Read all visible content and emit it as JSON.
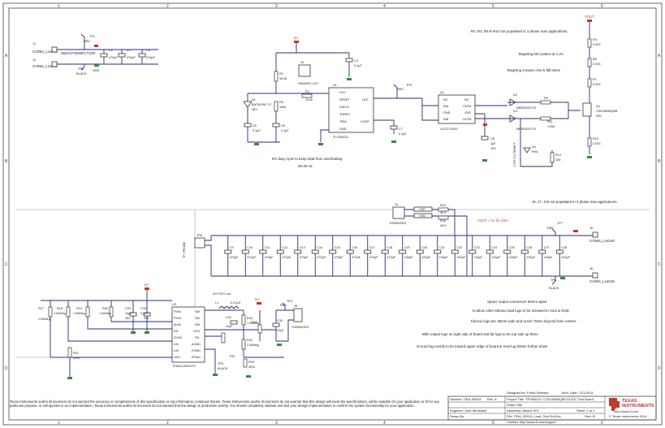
{
  "frame": {
    "cols": [
      "1",
      "2",
      "3",
      "4",
      "5",
      "6"
    ],
    "rows": [
      "A",
      "B",
      "C",
      "D"
    ]
  },
  "input_section": {
    "j1": "J1",
    "j1_name": "CONN_LUG40",
    "j2": "J2",
    "j2_name": "CONN_LUG40",
    "tp1": "TP1",
    "tp1_color": "RED",
    "tp2": "TP2",
    "tp2_color": "BLACK",
    "cap1": "C1",
    "cap1_val": "470µF",
    "cap2": "C2",
    "cap2_val": "470µF",
    "cap3": "C3",
    "cap3_val": "470µF",
    "fuse": "SBJ1479SMFCT100",
    "gnd": "GND"
  },
  "driver_section": {
    "supply": "5V",
    "j3": "J3",
    "j3_name": "HEADER_1X2",
    "r1": "R1",
    "r1_val": "16.9k",
    "r2": "R2",
    "r2_val": "10.0k",
    "r3": "R3",
    "r3_val": "100k",
    "d1": "D1",
    "d1_name": "BAT54SW-7-F",
    "d1_val": "30V",
    "c4": "C4",
    "c4_val": "0.1µF",
    "c5": "C5",
    "c5_val": "0.1µF",
    "c6": "C6",
    "c6_val": "0.1µF",
    "c7": "C7",
    "c7_val": "0.1µF",
    "u1": "U1",
    "u1_name": "TLC555CD",
    "u1_pins": [
      "VCC",
      "RESET",
      "DISCH",
      "THRES",
      "TRIG",
      "GND",
      "OUT",
      "CONT"
    ],
    "tp3": "TP3",
    "tp3_color": "RED",
    "note1": "8% duty cycle to keep load from overheating",
    "note2": "30-40 Hz"
  },
  "gate_section": {
    "u2": "U2",
    "u2_name": "UCC27324D",
    "u2_pins": [
      "NC",
      "INA",
      "GND",
      "INB",
      "NC",
      "OUTA",
      "VDD",
      "OUTB"
    ],
    "q_note": "R1, R3, R5 & R12 not populated in 3 phase max applications.",
    "target1": "Targeting 60A pulses at 1.2V",
    "target2": "Targeting 4-6usec rise & fall times",
    "d2": "D2",
    "d2_name": "MBR0520T1G",
    "d3": "D3",
    "d3_name": "MBR0520T1G",
    "d4": "D4",
    "d4_val": "Red",
    "r4": "R4",
    "r5": "R5",
    "r6": "R6",
    "r7": "R7",
    "r8": "R8",
    "r9": "R9",
    "r11": "R11",
    "r11_val": "1.00k",
    "r12": "R12",
    "r13": "R13",
    "r14": "R14",
    "r14_val": "330",
    "q1": "Q1",
    "q1_name": "CSD16556Q5B",
    "q1_val": "25V",
    "c8": "C8",
    "c8_val": "1µF",
    "c8_v": "10V",
    "vout": "VOUT",
    "r_val": "0.003",
    "led_name": "LTST-C170KRKT"
  },
  "load_section": {
    "note": "J6, J7, J10 not populated in 3 phase max applications.",
    "vout_label": "VOUT = 1V @ 100A",
    "j4": "J4",
    "j4_name": "ED555/2DS",
    "vsp": "VSP",
    "vsn": "VSN",
    "r15": "R15",
    "r15_val": "49.9",
    "r16": "R16",
    "r16_val": "49.9",
    "tp6": "TP6",
    "tp6_name": "TP_PROBE",
    "tp7": "TP7",
    "tp7_color": "RED",
    "tp8": "TP8",
    "tp8_color": "BLACK",
    "j5": "J5",
    "j5_name": "CONN_LUG40",
    "j6": "J6",
    "j6_name": "CONN_LUG40",
    "caps": [
      {
        "ref": "C9",
        "val": "470µF"
      },
      {
        "ref": "C10",
        "val": "470µF"
      },
      {
        "ref": "C11",
        "val": "470µF"
      },
      {
        "ref": "C12",
        "val": "470µF"
      },
      {
        "ref": "C13",
        "val": "470µF"
      },
      {
        "ref": "C14",
        "val": "470µF"
      },
      {
        "ref": "C15",
        "val": "470µF"
      },
      {
        "ref": "C16",
        "val": "470µF"
      },
      {
        "ref": "C17",
        "val": "470µF"
      },
      {
        "ref": "C18",
        "val": "470µF"
      },
      {
        "ref": "C19",
        "val": "100µF"
      },
      {
        "ref": "C20",
        "val": "100µF"
      },
      {
        "ref": "C21",
        "val": "100µF"
      },
      {
        "ref": "C22",
        "val": "100µF"
      },
      {
        "ref": "C23",
        "val": "100µF"
      },
      {
        "ref": "C24",
        "val": "100µF"
      },
      {
        "ref": "C25",
        "val": "100µF"
      },
      {
        "ref": "C26",
        "val": "100µF"
      },
      {
        "ref": "C27",
        "val": "100µF"
      },
      {
        "ref": "C28",
        "val": "100µF"
      }
    ]
  },
  "reg_section": {
    "supply": "5V",
    "r17": "R17",
    "r17_val": "1.00Meg",
    "r18": "R18",
    "r18_val": "1.00Meg",
    "r19": "R19",
    "r19_val": "1.00Meg",
    "r20": "R20",
    "r20_val": "1.00Meg",
    "r21": "R21",
    "r21_val": "287k",
    "c29": "C29",
    "c29_val": "10µF",
    "c29_v": "25V",
    "c30": "C30",
    "c30_val": "0.1µF",
    "c30_v": "25V",
    "u3": "U3",
    "u3_name": "TPS62130RGTR",
    "u3_pins_l": [
      "PVIN",
      "PVIN",
      "AVIN",
      "EN",
      "SYNC",
      "LIN",
      "LIN",
      "LNO"
    ],
    "u3_pins_r": [
      "SW",
      "SW",
      "SW",
      "VOS",
      "FB",
      "AGND",
      "PGND",
      "PGND"
    ],
    "l1": "L1",
    "l1_val": "0.47µH",
    "l1_name": "XLF7037-xxx",
    "c31": "C31",
    "c31_val": "22µF",
    "c32": "C32",
    "c32_val": "22µF",
    "r22": "R22",
    "r22_val": "1.00Meg",
    "r23": "R23",
    "r23_val": "1.00Meg",
    "r24": "R24",
    "r25": "R25",
    "r25_val": "287k",
    "tp4": "TP4",
    "tp4_color": "RED",
    "tp5": "TP5",
    "tp5_color": "BLACK",
    "th2": "TH2",
    "j9": "J9",
    "j9_name": "ED555/2DS",
    "v5": "5V"
  },
  "notes": [
    "Space output connectors 50mm apart",
    "to allow 135A Kikusui load lugs to be screwed to Vout & GND",
    "Kikusui lugs are 35mm wide and reach 70mm beyond hole centers",
    "With output lugs on right side of board and fat lugs to be top side up there",
    "Ground lug needs to be toward upper edge of board & Vout lug 50mm further down"
  ],
  "disclaimer": "Texas Instruments and/or its licensors do not warrant the accuracy or completeness of this specification or any information contained therein. Texas Instruments and/or its licensors do not warrant that this design will meet the specifications, will be suitable for your application or fit for any particular purpose, or will operate in an implementation. Texas Instruments and/or its licensors do not warrant that the design is production worthy. You should completely validate and test your design implementation to confirm the system functionality for your application.",
  "title_block": {
    "number": "Number: TIDA-00524",
    "rev": "Rev: A",
    "designed_for": "Designed for: Public Release",
    "mod_date": "Mod. Date: 7/21/2014",
    "project": "Project Title: TPS63010 / CSD16556Q5B DC/DC Test Board",
    "sheet_title": "Sheet Title:",
    "assembly": "Assembly Variant: 001",
    "sheet": "Sheet: 1 of 1",
    "file": "File: TIDA_00524_Load_Test.SchDoc",
    "size": "Size: B",
    "contact": "Contact: http://www.ti.com/support",
    "engineer": "Engineer: Jack Strickland",
    "drawn": "Drawn By:",
    "logo_top": "TEXAS",
    "logo_bottom": "INSTRUMENTS",
    "url": "http://www.ti.com",
    "copyright": "© Texas Instruments 2014"
  }
}
